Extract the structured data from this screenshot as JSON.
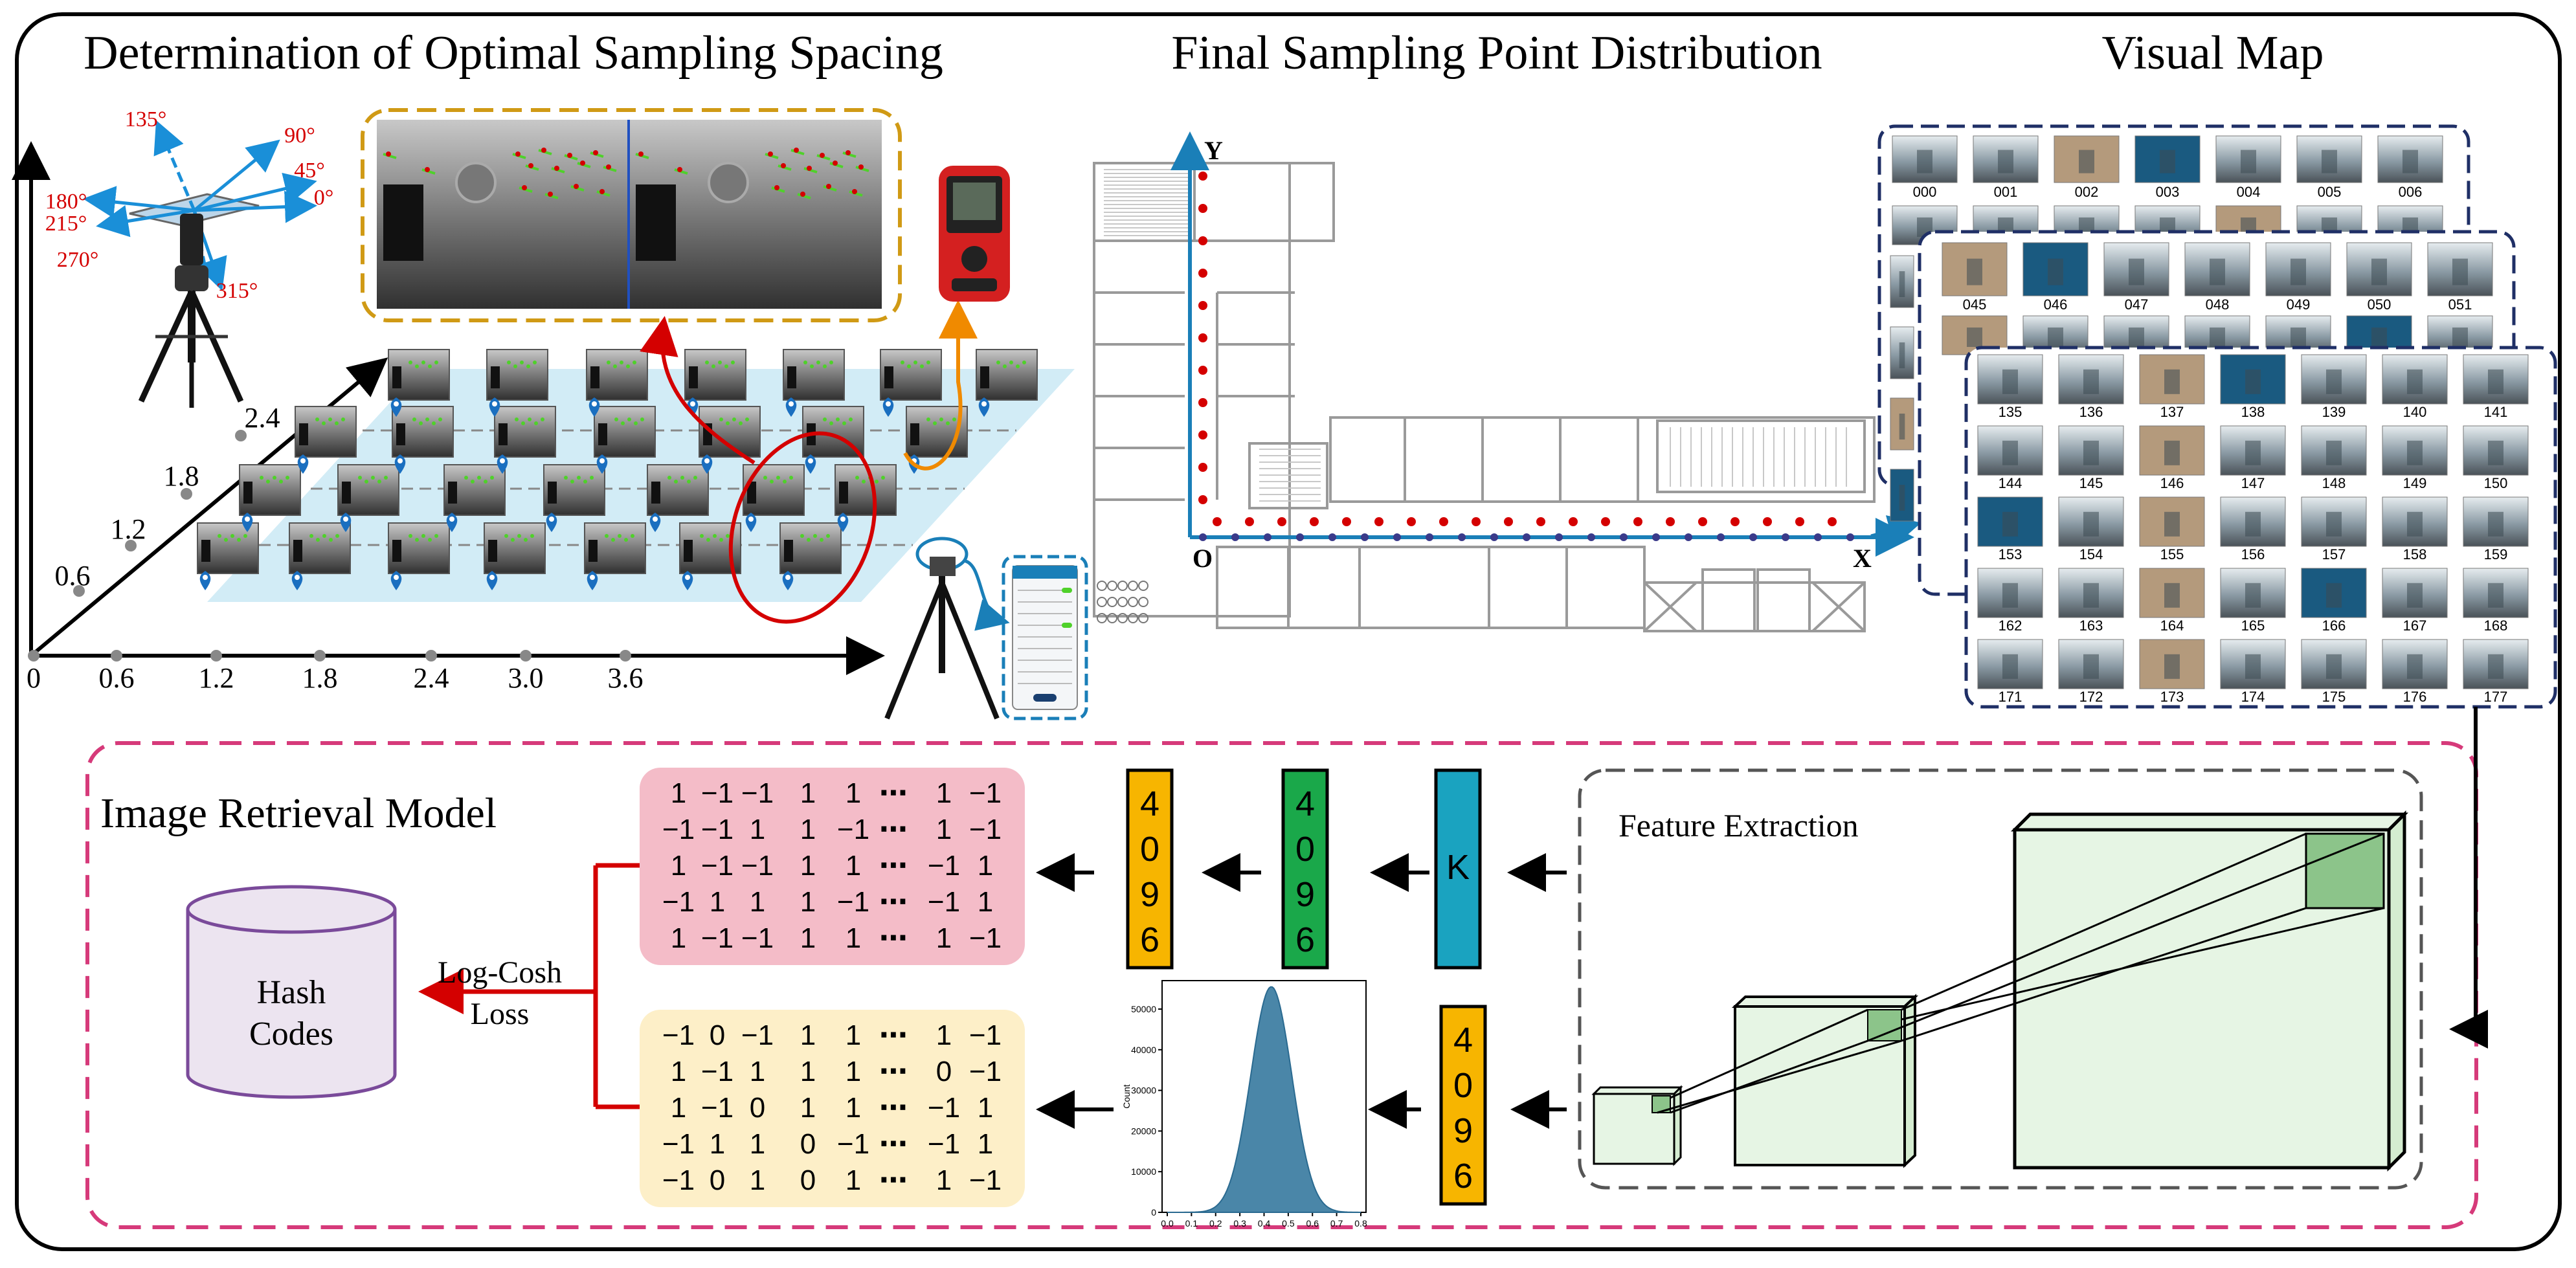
{
  "sections": {
    "sampling_title": "Determination of Optimal Sampling Spacing",
    "distribution_title": "Final Sampling Point Distribution",
    "visual_map_title": "Visual Map",
    "retrieval_title": "Image Retrieval Model",
    "feature_extraction_label": "Feature Extraction"
  },
  "angles": [
    "135°",
    "90°",
    "45°",
    "180°",
    "0°",
    "215°",
    "270°",
    "315°"
  ],
  "grid_axis": {
    "x_ticks": [
      "0",
      "0.6",
      "1.2",
      "1.8",
      "2.4",
      "3.0",
      "3.6"
    ],
    "y_ticks": [
      "0.6",
      "1.2",
      "1.8",
      "2.4"
    ]
  },
  "floorplan_axes": {
    "x": "X",
    "y": "Y",
    "origin": "O"
  },
  "visual_map": {
    "layer1_labels": [
      "000",
      "001",
      "002",
      "003",
      "004",
      "005",
      "006"
    ],
    "layer2_labels": [
      "045",
      "046",
      "047",
      "048",
      "049",
      "050",
      "051"
    ],
    "layer3_labels": [
      [
        "135",
        "136",
        "137",
        "138",
        "139",
        "140",
        "141"
      ],
      [
        "144",
        "145",
        "146",
        "147",
        "148",
        "149",
        "150"
      ],
      [
        "153",
        "154",
        "155",
        "156",
        "157",
        "158",
        "159"
      ],
      [
        "162",
        "163",
        "164",
        "165",
        "166",
        "167",
        "168"
      ],
      [
        "171",
        "172",
        "173",
        "174",
        "175",
        "176",
        "177"
      ]
    ]
  },
  "hash_codes_label_line1": "Hash",
  "hash_codes_label_line2": "Codes",
  "loss_label_line1": "Log-Cosh",
  "loss_label_line2": "Loss",
  "layer_boxes": {
    "k_label": "K",
    "dim_digits": [
      "4",
      "0",
      "9",
      "6"
    ]
  },
  "binary_matrix": [
    [
      "1",
      "−1",
      "−1",
      "1",
      "1",
      "⋯",
      "1",
      "−1"
    ],
    [
      "−1",
      "−1",
      "1",
      "1",
      "−1",
      "⋯",
      "1",
      "−1"
    ],
    [
      "1",
      "−1",
      "−1",
      "1",
      "1",
      "⋯",
      "−1",
      "1"
    ],
    [
      "−1",
      "1",
      "1",
      "1",
      "−1",
      "⋯",
      "−1",
      "1"
    ],
    [
      "1",
      "−1",
      "−1",
      "1",
      "1",
      "⋯",
      "1",
      "−1"
    ]
  ],
  "ternary_matrix": [
    [
      "−1",
      "0",
      "−1",
      "1",
      "1",
      "⋯",
      "1",
      "−1"
    ],
    [
      "1",
      "−1",
      "1",
      "1",
      "1",
      "⋯",
      "0",
      "−1"
    ],
    [
      "1",
      "−1",
      "0",
      "1",
      "1",
      "⋯",
      "−1",
      "1"
    ],
    [
      "−1",
      "1",
      "1",
      "0",
      "−1",
      "⋯",
      "−1",
      "1"
    ],
    [
      "−1",
      "0",
      "1",
      "0",
      "1",
      "⋯",
      "1",
      "−1"
    ]
  ],
  "histogram": {
    "ylabel": "Count",
    "x_ticks": [
      "0.0",
      "0.1",
      "0.2",
      "0.3",
      "0.4",
      "0.5",
      "0.6",
      "0.7",
      "0.8"
    ],
    "y_ticks": [
      "0",
      "10000",
      "20000",
      "30000",
      "40000",
      "50000"
    ]
  },
  "colors": {
    "angle_red": "#d40000",
    "angle_blue": "#1a8fd8",
    "pink_box": "#f4bcc8",
    "yellow_box": "#fdefc8",
    "orange_layer": "#f7b500",
    "green_layer": "#1aa84a",
    "teal_layer": "#1aa3c0",
    "dashed_pink": "#d63a7a",
    "navy_frame": "#1f2f66",
    "hist_fill": "#4a86a8"
  }
}
